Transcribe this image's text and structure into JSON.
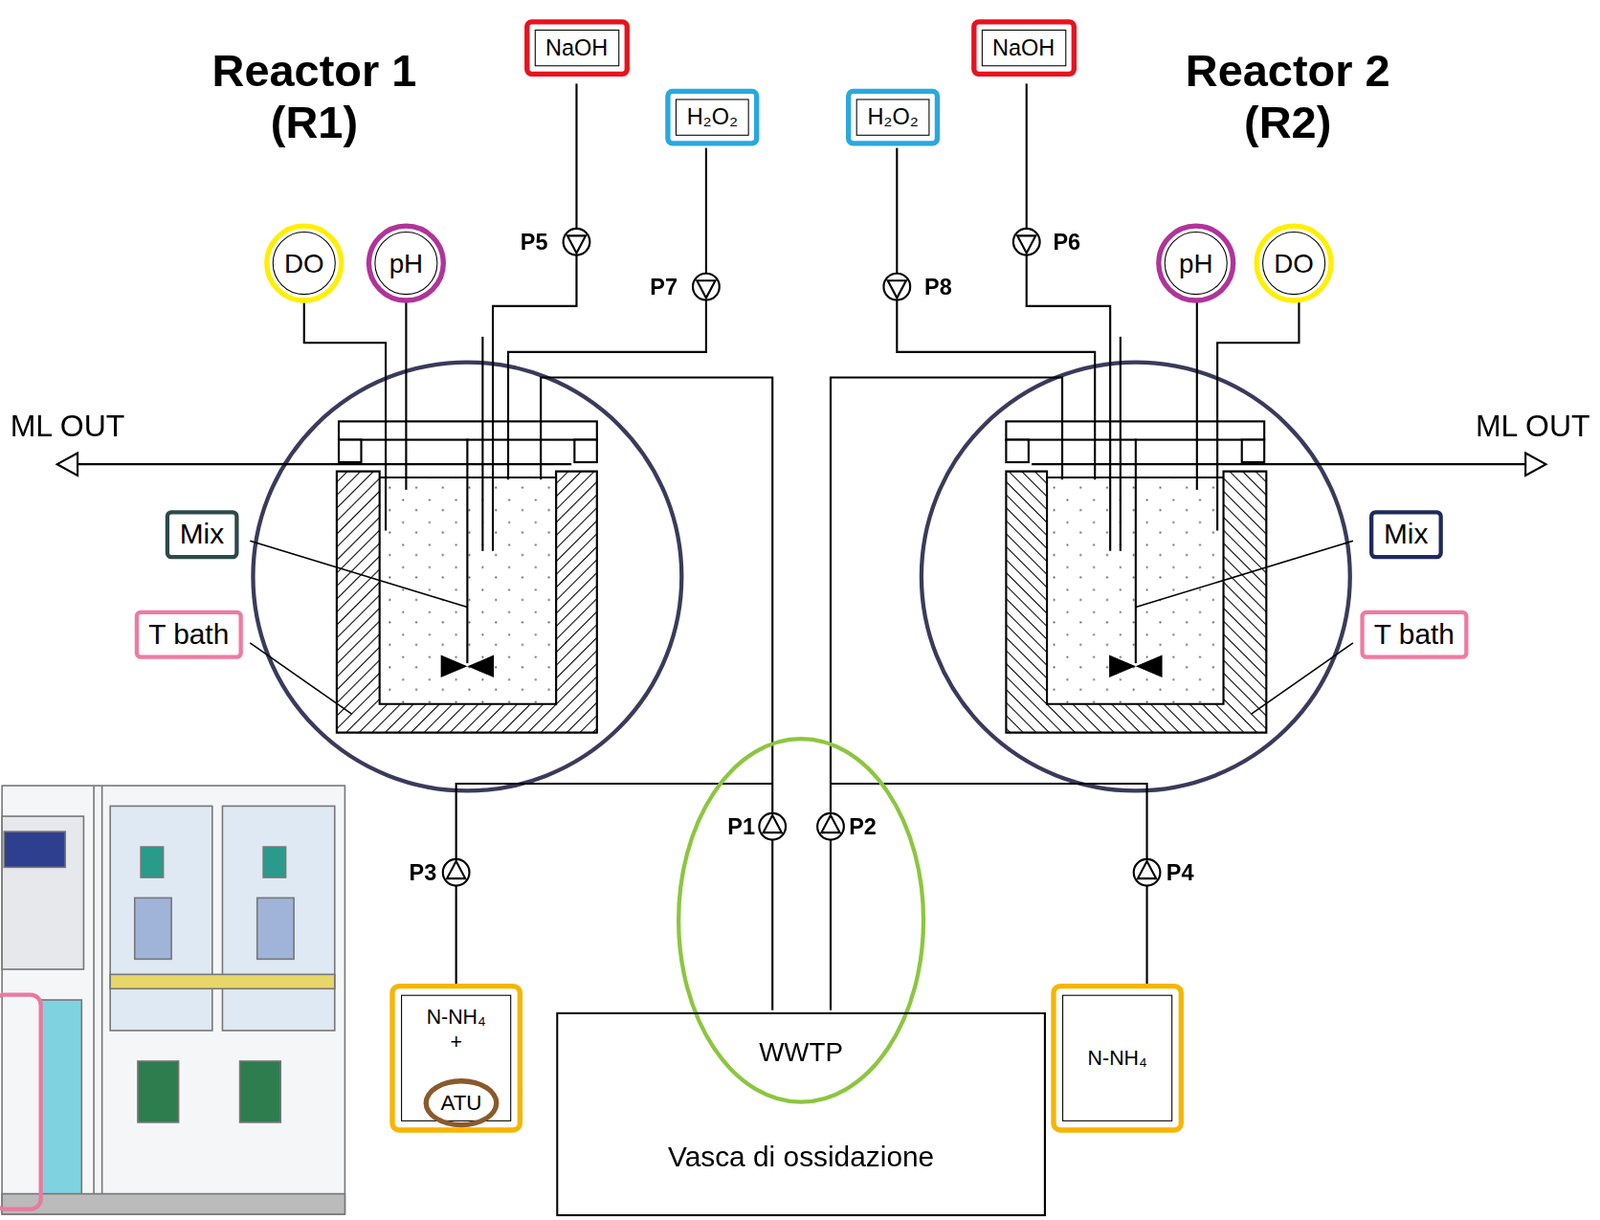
{
  "diagram": {
    "nodes": [
      {
        "text": [
          "NaOH"
        ]
      },
      {
        "text": [
          "H₂O₂"
        ]
      },
      {
        "text": [
          "H₂O₂"
        ]
      },
      {
        "text": [
          "NaOH"
        ]
      },
      {
        "text": [
          "DO"
        ]
      },
      {
        "text": [
          "pH"
        ]
      },
      {
        "text": [
          "pH"
        ]
      },
      {
        "text": [
          "DO"
        ]
      },
      {
        "text": [
          "Mix"
        ]
      },
      {
        "text": [
          "T bath"
        ]
      },
      {
        "text": [
          "Mix"
        ]
      },
      {
        "text": [
          "T bath"
        ]
      },
      {
        "text": [
          "N-NH₄ +"
        ]
      },
      {
        "text": [
          "ATU"
        ],
        "in": 12
      },
      {
        "text": [
          "WWTP",
          "Vasca di ossidazione"
        ]
      },
      {
        "text": [
          "N-NH₄"
        ]
      }
    ],
    "labels": [
      "Reactor 1 (R1)",
      "Reactor 2 (R2)",
      "P5",
      "P6",
      "P7",
      "P8",
      "ML OUT",
      "ML OUT",
      "P1",
      "P2",
      "P3",
      "P4"
    ]
  }
}
